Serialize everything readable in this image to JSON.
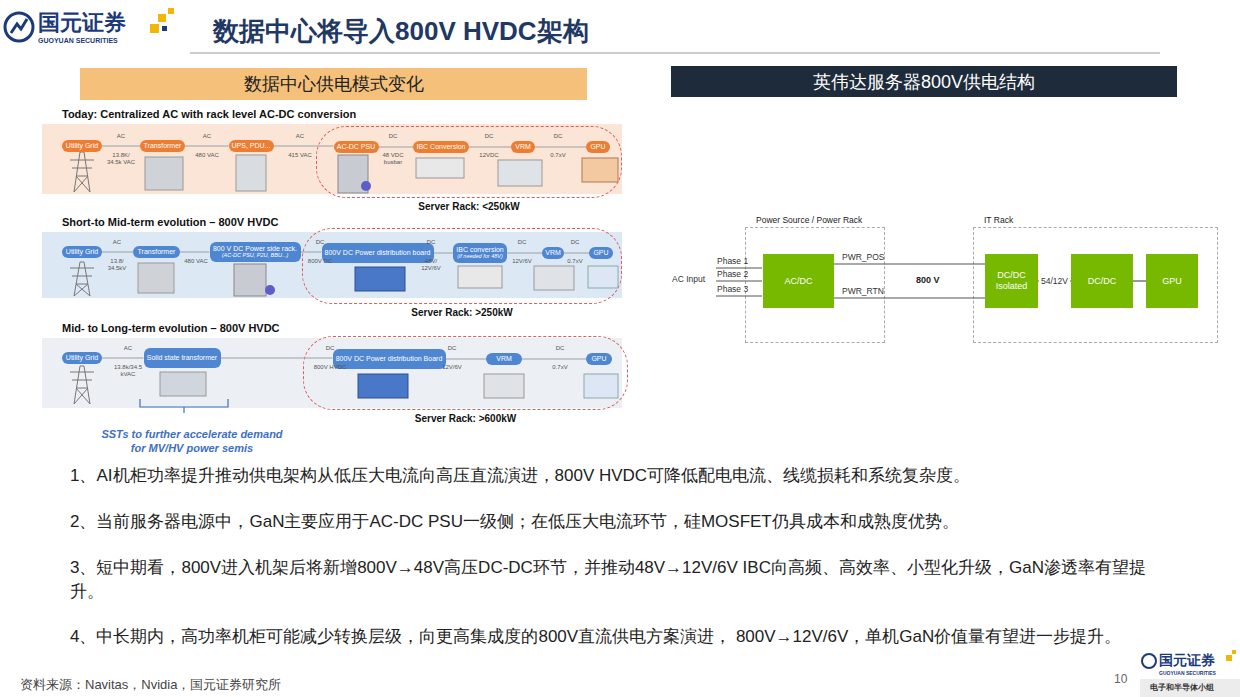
{
  "diagram": {
    "title": "数据中心将导入800V HVDC架构",
    "nodes": [
      {
        "text": [
          "数据中心供电模式变化"
        ]
      },
      {
        "text": [
          "Today: Centralized AC with rack level AC-DC conversion"
        ]
      },
      {
        "text": [
          "Utility Grid"
        ],
        "in": 1
      },
      {
        "text": [
          "Transformer"
        ],
        "in": 1
      },
      {
        "text": [
          "UPS, PDU..."
        ],
        "in": 1
      },
      {
        "text": [
          "Server Rack: <250kW"
        ],
        "in": 1
      },
      {
        "text": [
          "AC-DC PSU"
        ],
        "in": 5
      },
      {
        "text": [
          "IBC Conversion"
        ],
        "in": 5
      },
      {
        "text": [
          "VRM"
        ],
        "in": 5
      },
      {
        "text": [
          "GPU"
        ],
        "in": 5
      },
      {
        "text": [
          "Short-to Mid-term evolution – 800V HVDC"
        ]
      },
      {
        "text": [
          "Utility Grid"
        ],
        "in": 10
      },
      {
        "text": [
          "Transformer"
        ],
        "in": 10
      },
      {
        "text": [
          "800 V DC Power side rack.",
          "(AC-DC PSU, P2U, BBU...)"
        ],
        "in": 10
      },
      {
        "text": [
          "Server Rack: >250kW"
        ],
        "in": 10
      },
      {
        "text": [
          "800V DC Power distribution board"
        ],
        "in": 14
      },
      {
        "text": [
          "IBC conversion",
          "(if needed for 48V)"
        ],
        "in": 14
      },
      {
        "text": [
          "VRM"
        ],
        "in": 14
      },
      {
        "text": [
          "GPU"
        ],
        "in": 14
      },
      {
        "text": [
          "Mid- to Long-term evolution – 800V HVDC"
        ]
      },
      {
        "text": [
          "Utility Grid"
        ],
        "in": 19
      },
      {
        "text": [
          "Solid state transformer"
        ],
        "in": 19
      },
      {
        "text": [
          "Server Rack: >600kW"
        ],
        "in": 19
      },
      {
        "text": [
          "800V DC Power distribution Board"
        ],
        "in": 22
      },
      {
        "text": [
          "VRM"
        ],
        "in": 22
      },
      {
        "text": [
          "GPU"
        ],
        "in": 22
      },
      {
        "text": [
          "英伟达服务器800V供电结构"
        ]
      },
      {
        "text": [
          "Power Source / Power Rack"
        ]
      },
      {
        "text": [
          "AC/DC"
        ],
        "in": 27
      },
      {
        "text": [
          "IT Rack"
        ]
      },
      {
        "text": [
          "DC/DC Isolated"
        ],
        "in": 29
      },
      {
        "text": [
          "DC/DC"
        ],
        "in": 29
      },
      {
        "text": [
          "GPU"
        ],
        "in": 29
      }
    ],
    "edges": [
      {
        "from": 2,
        "to": 3,
        "arrow": "none"
      },
      {
        "from": 3,
        "to": 4,
        "arrow": "none"
      },
      {
        "from": 4,
        "to": 6,
        "arrow": "none"
      },
      {
        "from": 6,
        "to": 7,
        "arrow": "none"
      },
      {
        "from": 7,
        "to": 8,
        "arrow": "none"
      },
      {
        "from": 8,
        "to": 9,
        "arrow": "none"
      },
      {
        "from": 11,
        "to": 12,
        "arrow": "none"
      },
      {
        "from": 12,
        "to": 13,
        "arrow": "none"
      },
      {
        "from": 13,
        "to": 15,
        "arrow": "none"
      },
      {
        "from": 15,
        "to": 16,
        "arrow": "none"
      },
      {
        "from": 16,
        "to": 17,
        "arrow": "none"
      },
      {
        "from": 17,
        "to": 18,
        "arrow": "none"
      },
      {
        "from": 20,
        "to": 21,
        "arrow": "none"
      },
      {
        "from": 21,
        "to": 23,
        "arrow": "none"
      },
      {
        "from": 23,
        "to": 24,
        "arrow": "none"
      },
      {
        "from": 24,
        "to": 25,
        "arrow": "none"
      },
      {
        "from": 28,
        "to": 30,
        "label": "PWR_POS",
        "arrow": "none"
      },
      {
        "from": 28,
        "to": 30,
        "label": "PWR_RTN",
        "arrow": "none"
      },
      {
        "from": 30,
        "to": 31,
        "label": "54/12V",
        "arrow": "none"
      },
      {
        "from": 31,
        "to": 32,
        "arrow": "none"
      }
    ],
    "labels": [
      "国元证券",
      "GUOYUAN SECURITIES",
      "AC",
      "13.8K/ 34.5k VAC",
      "AC",
      "480 VAC",
      "AC",
      "415 VAC",
      "DC",
      "48 VDC busbar",
      "DC",
      "12VDC",
      "DC",
      "0.7xV",
      "AC",
      "13.8/ 34.5kV",
      "480 VAC",
      "DC",
      "800V DC",
      "DC",
      "48V/ 12V/6V",
      "DC",
      "12V/6V",
      "DC",
      "0.7xV",
      "AC",
      "13.8k/34.5 kVAC",
      "DC",
      "800V HVDC",
      "DC",
      "12V/6V",
      "DC",
      "0.7xV",
      "SSTs to further accelerate demand for MV/HV power semis",
      "AC Input",
      "Phase 1",
      "Phase 2",
      "Phase 3",
      "800 V",
      "1、AI机柜功率提升推动供电架构从低压大电流向高压直流演进，800V HVDC可降低配电电流、线缆损耗和系统复杂度。",
      "2、当前服务器电源中，GaN主要应用于AC-DC PSU一级侧；在低压大电流环节，硅MOSFET仍具成本和成熟度优势。",
      "3、短中期看，800V进入机架后将新增800V→48V高压DC-DC环节，并推动48V→12V/6V IBC向高频、高效率、小型化升级，GaN渗透率有望提升。",
      "4、中长期内，高功率机柜可能减少转换层级，向更高集成度的800V直流供电方案演进， 800V→12V/6V，单机GaN价值量有望进一步提升。",
      "资料来源：Navitas，Nvidia，国元证券研究所",
      "10",
      "国元证券",
      "GUOYUAN SECURITIES",
      "电子和半导体小组"
    ]
  }
}
